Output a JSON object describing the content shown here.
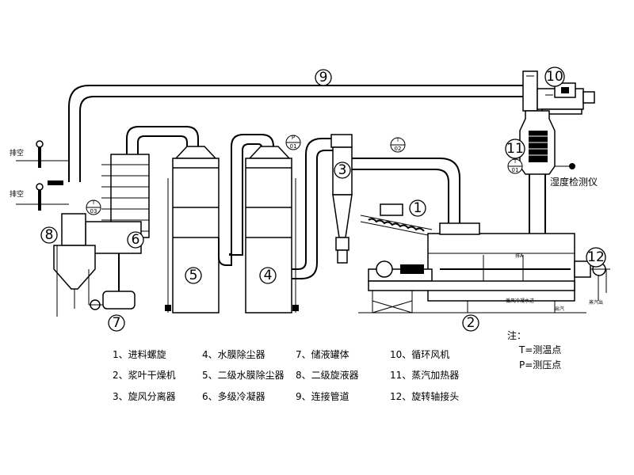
{
  "components": [
    {
      "id": "1",
      "label": "1"
    },
    {
      "id": "2",
      "label": "2"
    },
    {
      "id": "3",
      "label": "3"
    },
    {
      "id": "4",
      "label": "4"
    },
    {
      "id": "5",
      "label": "5"
    },
    {
      "id": "6",
      "label": "6"
    },
    {
      "id": "7",
      "label": "7"
    },
    {
      "id": "8",
      "label": "8"
    },
    {
      "id": "9",
      "label": "9"
    },
    {
      "id": "10",
      "label": "10"
    },
    {
      "id": "11",
      "label": "11"
    },
    {
      "id": "12",
      "label": "12"
    }
  ],
  "instruments": {
    "t03": {
      "letter": "T",
      "num": "03"
    },
    "p01": {
      "letter": "P",
      "num": "01"
    },
    "t02": {
      "letter": "T",
      "num": "02"
    },
    "t01": {
      "letter": "T",
      "num": "01"
    }
  },
  "annotations": {
    "air_top": "排空",
    "air_bottom": "排空",
    "humidity": "湿度检测仪",
    "dryer_mark": "排A",
    "steam_in": "蒸汽",
    "cool_in": "循风冷凝水进",
    "steam_out": "出汽",
    "steam_out2": "蒸汽出"
  },
  "legend": {
    "items": [
      "1、进料螺旋",
      "2、浆叶干燥机",
      "3、旋风分离器",
      "4、水膜除尘器",
      "5、二级水膜除尘器",
      "6、多级冷凝器",
      "7、储液罐体",
      "8、二级旋液器",
      "9、连接管道",
      "10、循环风机",
      "11、蒸汽加热器",
      "12、旋转轴接头"
    ],
    "note_title": "注：",
    "note_t": "T=测温点",
    "note_p": "P=测压点"
  }
}
